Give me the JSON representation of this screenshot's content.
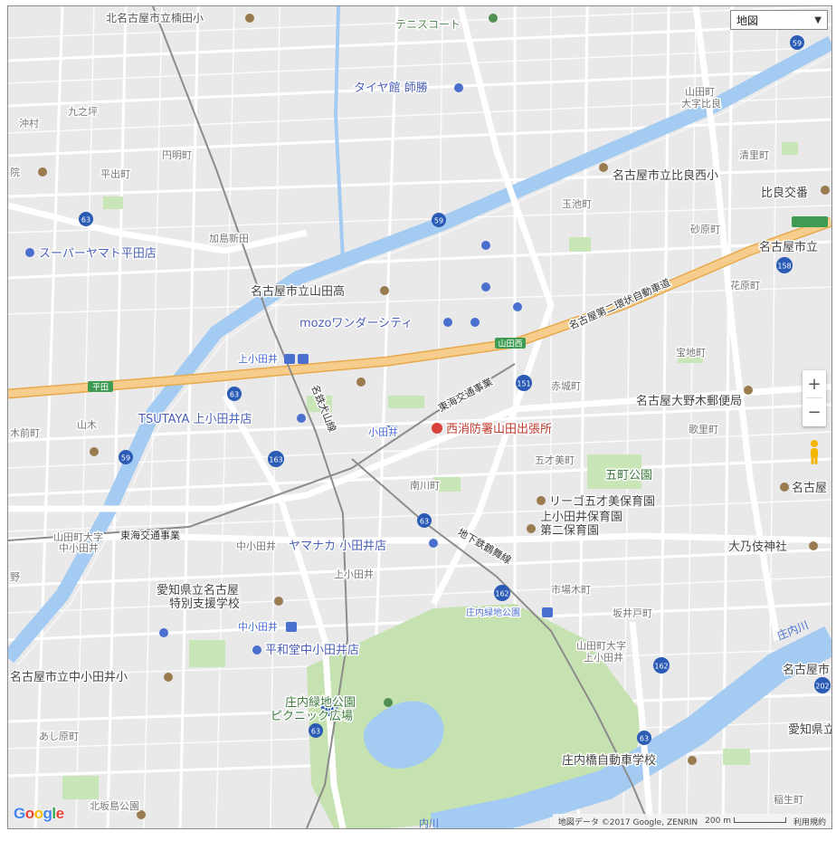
{
  "map_type_select": {
    "selected": "地図"
  },
  "zoom": {
    "in_label": "+",
    "out_label": "−"
  },
  "logo": {
    "text": "Google"
  },
  "attribution": {
    "data_text": "地図データ ©2017 Google, ZENRIN",
    "scale_text": "200 m",
    "terms_text": "利用規約"
  },
  "labels": {
    "top_school": "北名古屋市立楠田小",
    "tennis": "テニスコート",
    "tire": "タイヤ館 師勝",
    "yamada_oaza": "山田町",
    "yamada_oaza2": "大字比良",
    "okimura": "沖村",
    "kunozubo": "九之坪",
    "enmyocho": "円明町",
    "seiricho": "清里町",
    "higashi_school": "名古屋市立比良西小",
    "hira_kouban": "比良交番",
    "hiracho": "平出町",
    "in": "院",
    "tamaike": "玉池町",
    "kamishin": "加島新田",
    "sunabara": "砂原町",
    "super_yamato": "スーパーヤマト平田店",
    "nagoya_city_right": "名古屋市立",
    "yamada_high": "名古屋市立山田高",
    "hanahara": "花原町",
    "mozo": "mozoワンダーシティ",
    "expressway": "名古屋第二環状自動車道",
    "kami_otai_station": "上小田井",
    "yamadanishi": "山田西",
    "takaracho": "宝地町",
    "hirata": "平田",
    "tokai_road": "東海交通事業",
    "akashiro": "赤城町",
    "ono_post": "名古屋大野木郵便局",
    "tsutaya": "TSUTAYA 上小田井店",
    "nagoya_route": "名鉄犬山線",
    "otai_station": "小田井",
    "fire_station": "西消防署山田出張所",
    "kiri": "歌里町",
    "kimae": "木前町",
    "yamaki": "山木",
    "gosaibi": "五才美町",
    "gocho_park": "五町公園",
    "nagoya_far_right": "名古屋",
    "minamikawa": "南川町",
    "ligo_nursery": "リーゴ五才美保育園",
    "kami_nursery": "上小田井保育園",
    "kami_nursery2": "第二保育園",
    "yamada_univ": "山田町大字",
    "naka_otai": "中小田井",
    "tokai_road2": "東海交通事業",
    "naka_otai2": "中小田井",
    "yamanaka": "ヤマナカ 小田井店",
    "subway": "地下鉄鶴舞線",
    "onogi_shrine": "大乃伎神社",
    "no": "野",
    "kami_otai2": "上小田井",
    "aichi_school": "愛知県立名古屋",
    "aichi_school2": "特別支援学校",
    "ichiba": "市場木町",
    "sakaido": "坂井戸町",
    "naka_otai_station": "中小田井",
    "shonai_park_station": "庄内緑地公園",
    "heiwado": "平和堂中小田井店",
    "yamada_univ2": "山田町大字",
    "yamada_univ3": "上小田井",
    "shonai_river": "庄内川",
    "naka_otai_school": "名古屋市立中小田井小",
    "nagoya_city_br": "名古屋市",
    "shonai_park": "庄内緑地公園",
    "picnic": "ピクニック広場",
    "ashiharacho": "あし原町",
    "aichi_br": "愛知県立",
    "driving_school": "庄内橋自動車学校",
    "kitaho_park": "北坂島公園",
    "inao": "稲生町",
    "river_bottom": "内川"
  },
  "route_shields": [
    "59",
    "59",
    "63",
    "63",
    "63",
    "151",
    "163",
    "163",
    "162",
    "162",
    "158",
    "202",
    "59",
    "63",
    "63"
  ],
  "icons": {
    "school_color": "#9a7b4f",
    "transit_color": "#4a6fcf",
    "red_poi": "#d9413a",
    "park_color": "#c8e6b6",
    "river_color": "#a4ccf2",
    "highway_color": "#f3c784",
    "shield_color": "#2a5bb5",
    "green_shield_color": "#3e9b52"
  }
}
